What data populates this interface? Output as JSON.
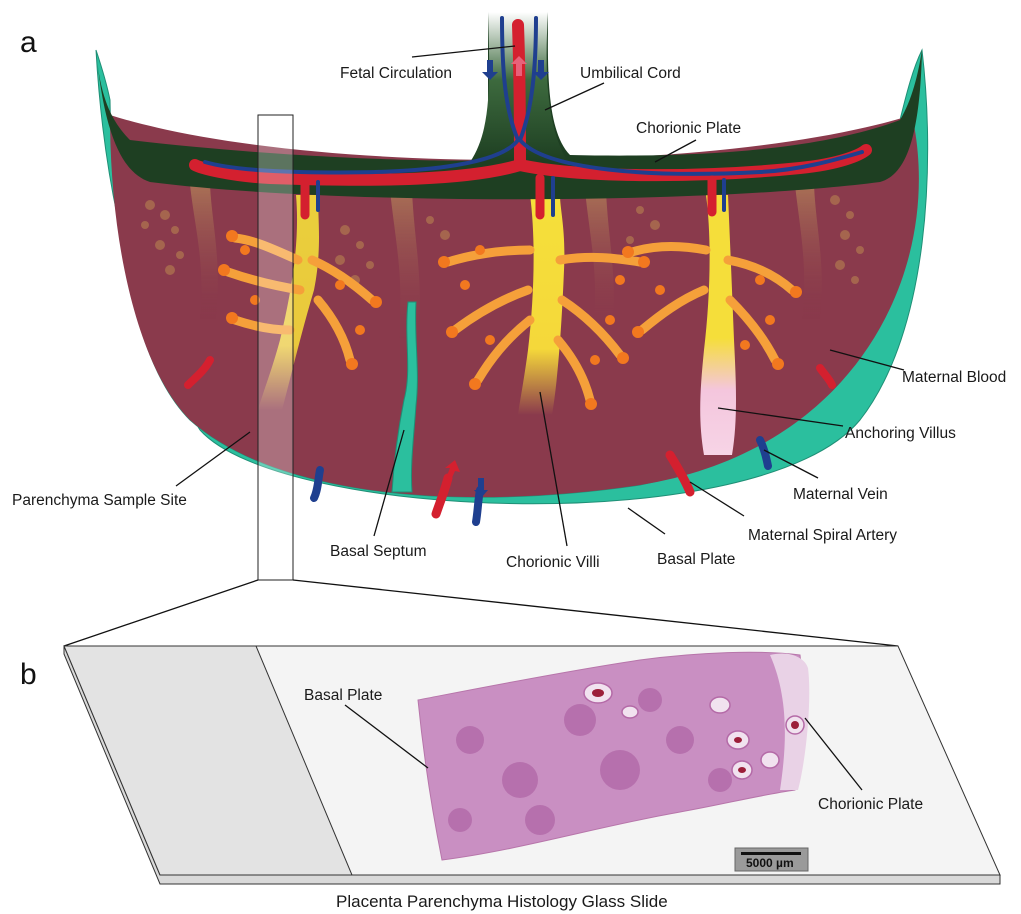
{
  "panels": {
    "a": "a",
    "b": "b"
  },
  "labels": {
    "fetal_circulation": "Fetal Circulation",
    "umbilical_cord": "Umbilical Cord",
    "chorionic_plate_a": "Chorionic Plate",
    "maternal_blood": "Maternal Blood",
    "anchoring_villus": "Anchoring Villus",
    "maternal_vein": "Maternal Vein",
    "parenchyma_sample_site": "Parenchyma Sample Site",
    "maternal_spiral_artery": "Maternal Spiral Artery",
    "basal_septum": "Basal Septum",
    "chorionic_villi": "Chorionic Villi",
    "basal_plate_a": "Basal Plate",
    "basal_plate_b": "Basal Plate",
    "chorionic_plate_b": "Chorionic Plate",
    "scale_bar": "5000 µm",
    "slide_caption": "Placenta Parenchyma Histology Glass Slide"
  },
  "colors": {
    "chorionic_plate": "#1e3f22",
    "basal_plate": "#2bbf9e",
    "maternal_blood": "#8a3a4c",
    "villus_yellow": "#f4d93a",
    "villus_orange": "#f5a03a",
    "artery_red": "#d4202f",
    "vein_blue": "#1f3f8f",
    "tissue_pink": "#c98fc2",
    "slide_grey": "#e6e6e6"
  }
}
